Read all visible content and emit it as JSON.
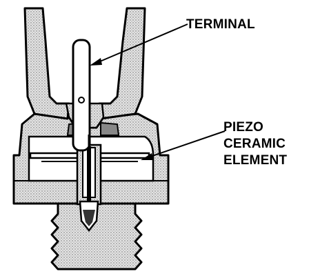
{
  "labels": {
    "terminal": "TERMINAL",
    "piezo_line1": "PIEZO",
    "piezo_line2": "CERAMIC",
    "piezo_line3": "ELEMENT"
  },
  "colors": {
    "ink": "#000000",
    "body_fill": "#d6d6d6",
    "background": "#ffffff"
  }
}
